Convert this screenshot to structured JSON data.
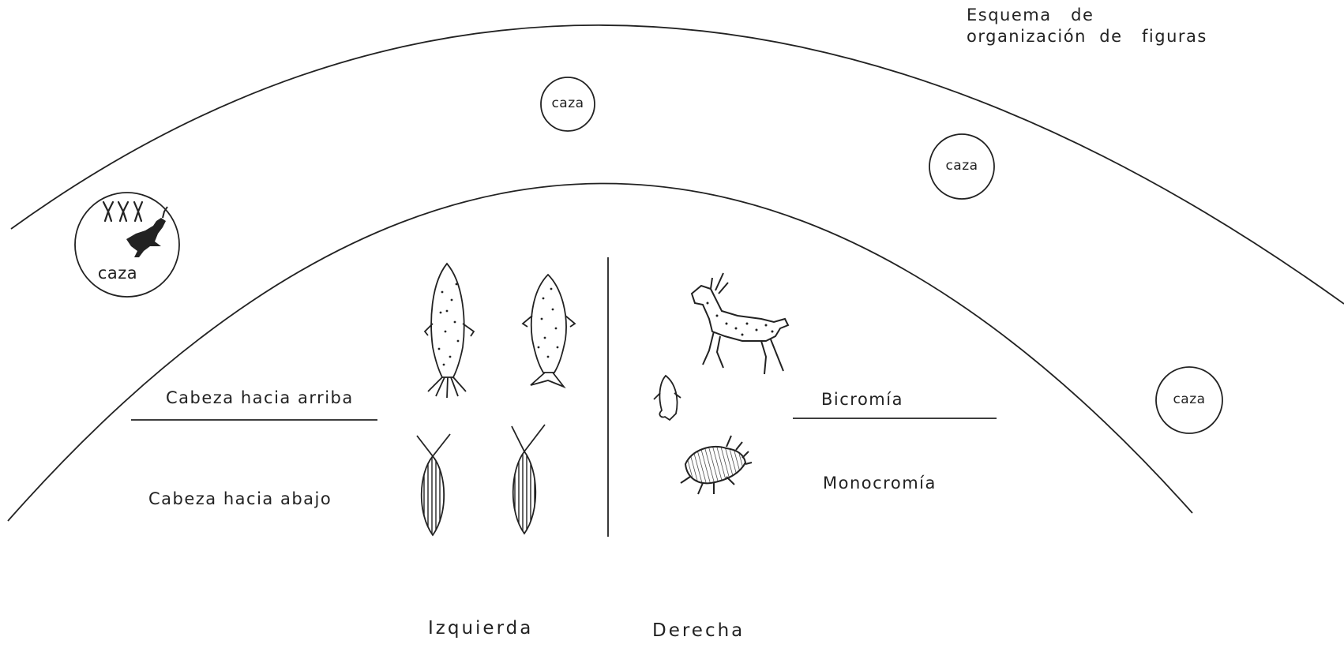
{
  "title": {
    "line1": "Esquema   de",
    "line2": "organización  de   figuras"
  },
  "hunting_markers": [
    {
      "label": "caza"
    },
    {
      "label": "caza"
    },
    {
      "label": "caza"
    },
    {
      "label": "caza"
    }
  ],
  "left": {
    "heads_up_label": "Cabeza hacia arriba",
    "heads_down_label": "Cabeza hacia abajo",
    "side_label": "Izquierda"
  },
  "right": {
    "bichrome_label": "Bicromía",
    "monochrome_label": "Monocromía",
    "side_label": "Derecha"
  },
  "colors": {
    "ink": "#222222",
    "background": "#ffffff"
  },
  "icons": [
    "human-figures-icon",
    "running-animal-icon",
    "fish-icon",
    "deer-icon",
    "hedgehog-animal-icon",
    "small-fish-icon",
    "insect-icon"
  ]
}
